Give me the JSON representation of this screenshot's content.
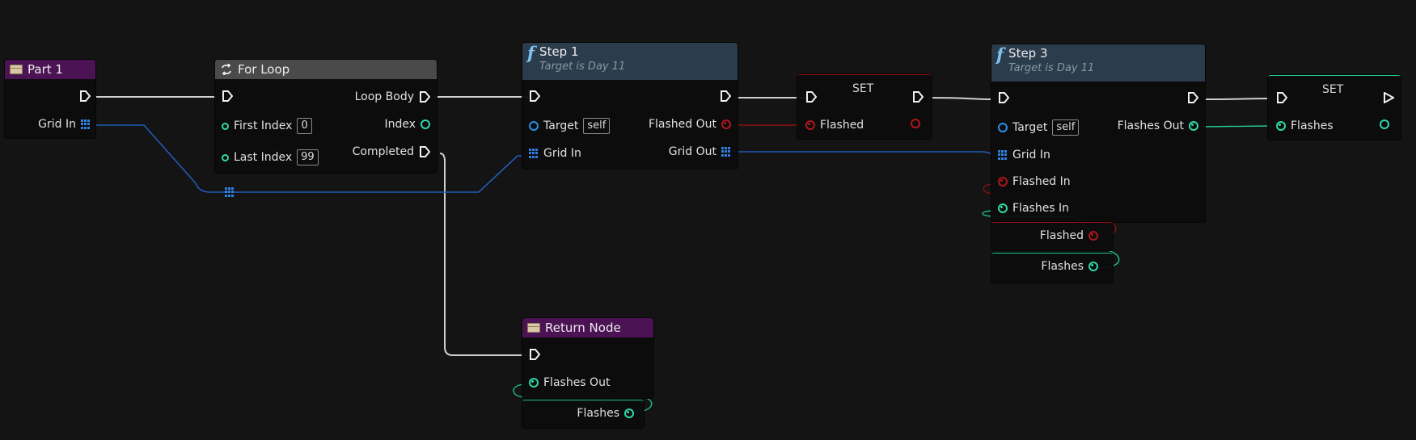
{
  "colors": {
    "exec_wire": "#cfcfcf",
    "grid_wire": "#1f5db8",
    "bool_wire": "#8f1015",
    "int_wire": "#21c795",
    "purple_header": "#4b1354",
    "blue_header": "#2b3c4d",
    "gray_header": "#4a4a4a"
  },
  "part1": {
    "title": "Part 1",
    "icon": "struct-icon",
    "grid_in": "Grid In"
  },
  "for_loop": {
    "title": "For Loop",
    "icon": "loop-icon",
    "first_index": "First Index",
    "first_index_value": "0",
    "last_index": "Last Index",
    "last_index_value": "99",
    "loop_body": "Loop Body",
    "index": "Index",
    "completed": "Completed"
  },
  "step1": {
    "title": "Step 1",
    "subtitle": "Target is Day 11",
    "icon": "function-icon",
    "target": "Target",
    "target_value": "self",
    "grid_in": "Grid In",
    "flashed_out": "Flashed Out",
    "grid_out": "Grid Out"
  },
  "set1": {
    "title": "SET",
    "var": "Flashed"
  },
  "step3": {
    "title": "Step 3",
    "subtitle": "Target is Day 11",
    "icon": "function-icon",
    "target": "Target",
    "target_value": "self",
    "grid_in": "Grid In",
    "flashed_in": "Flashed In",
    "flashes_in": "Flashes In",
    "flashes_out": "Flashes Out"
  },
  "getters_step3": {
    "flashed": "Flashed",
    "flashes": "Flashes"
  },
  "set2": {
    "title": "SET",
    "var": "Flashes"
  },
  "return_node": {
    "title": "Return Node",
    "icon": "struct-icon",
    "flashes_out": "Flashes Out",
    "getter_flashes": "Flashes"
  }
}
